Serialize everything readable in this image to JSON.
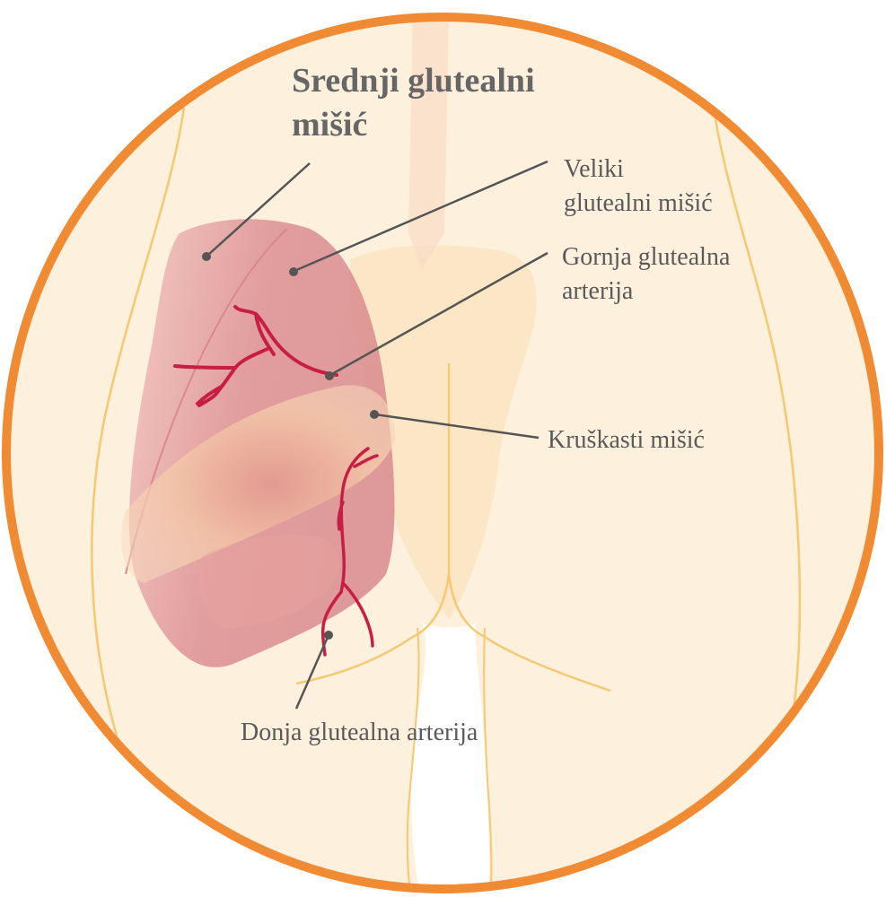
{
  "labels": {
    "srednji": {
      "line1": "Srednji glutealni",
      "line2": "mišić"
    },
    "veliki": {
      "line1": "Veliki",
      "line2": "glutealni mišić"
    },
    "gornja": {
      "line1": "Gornja glutealna",
      "line2": "arterija"
    },
    "kruskasti": {
      "text": "Kruškasti mišić"
    },
    "donja": {
      "text": "Donja glutealna arterija"
    }
  },
  "colors": {
    "frame": "#f08a33",
    "skin": "#fdf0dc",
    "outline": "#f5c872",
    "muscle": "#dc8c8c",
    "artery": "#c81e46",
    "leader": "#555555"
  }
}
